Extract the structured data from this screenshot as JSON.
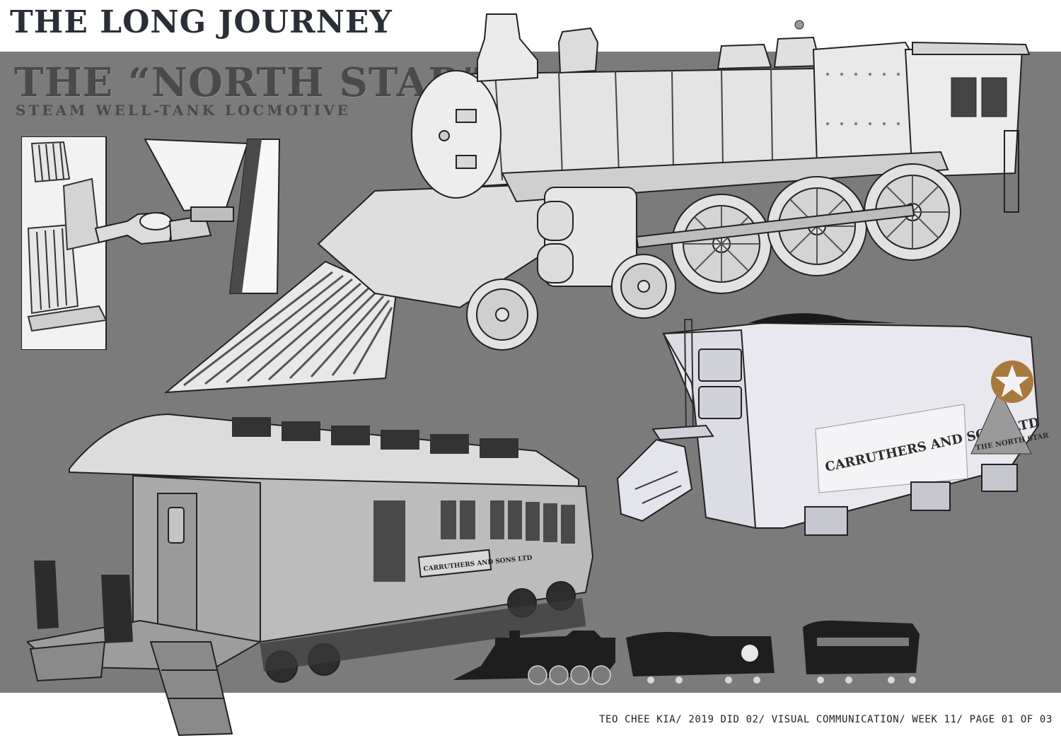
{
  "header": {
    "title": "THE LONG JOURNEY",
    "subtitle": "THE “NORTH STAR”",
    "tagline": "STEAM WELL-TANK LOCMOTIVE"
  },
  "tender": {
    "plate_text": "CARRUTHERS AND SONS LTD",
    "badge_text": "THE NORTH STAR"
  },
  "coach": {
    "plate_text": "CARRUTHERS AND SONS LTD"
  },
  "footer": {
    "credit": "TEO CHEE KIA/ 2019 DID 02/ VISUAL COMMUNICATION/ WEEK 11/ PAGE 01 OF 03"
  },
  "colors": {
    "background": "#7b7b7b",
    "title": "#2a2e36",
    "emblem_gold": "#a8793c",
    "silhouette": "#1e1e1e"
  }
}
